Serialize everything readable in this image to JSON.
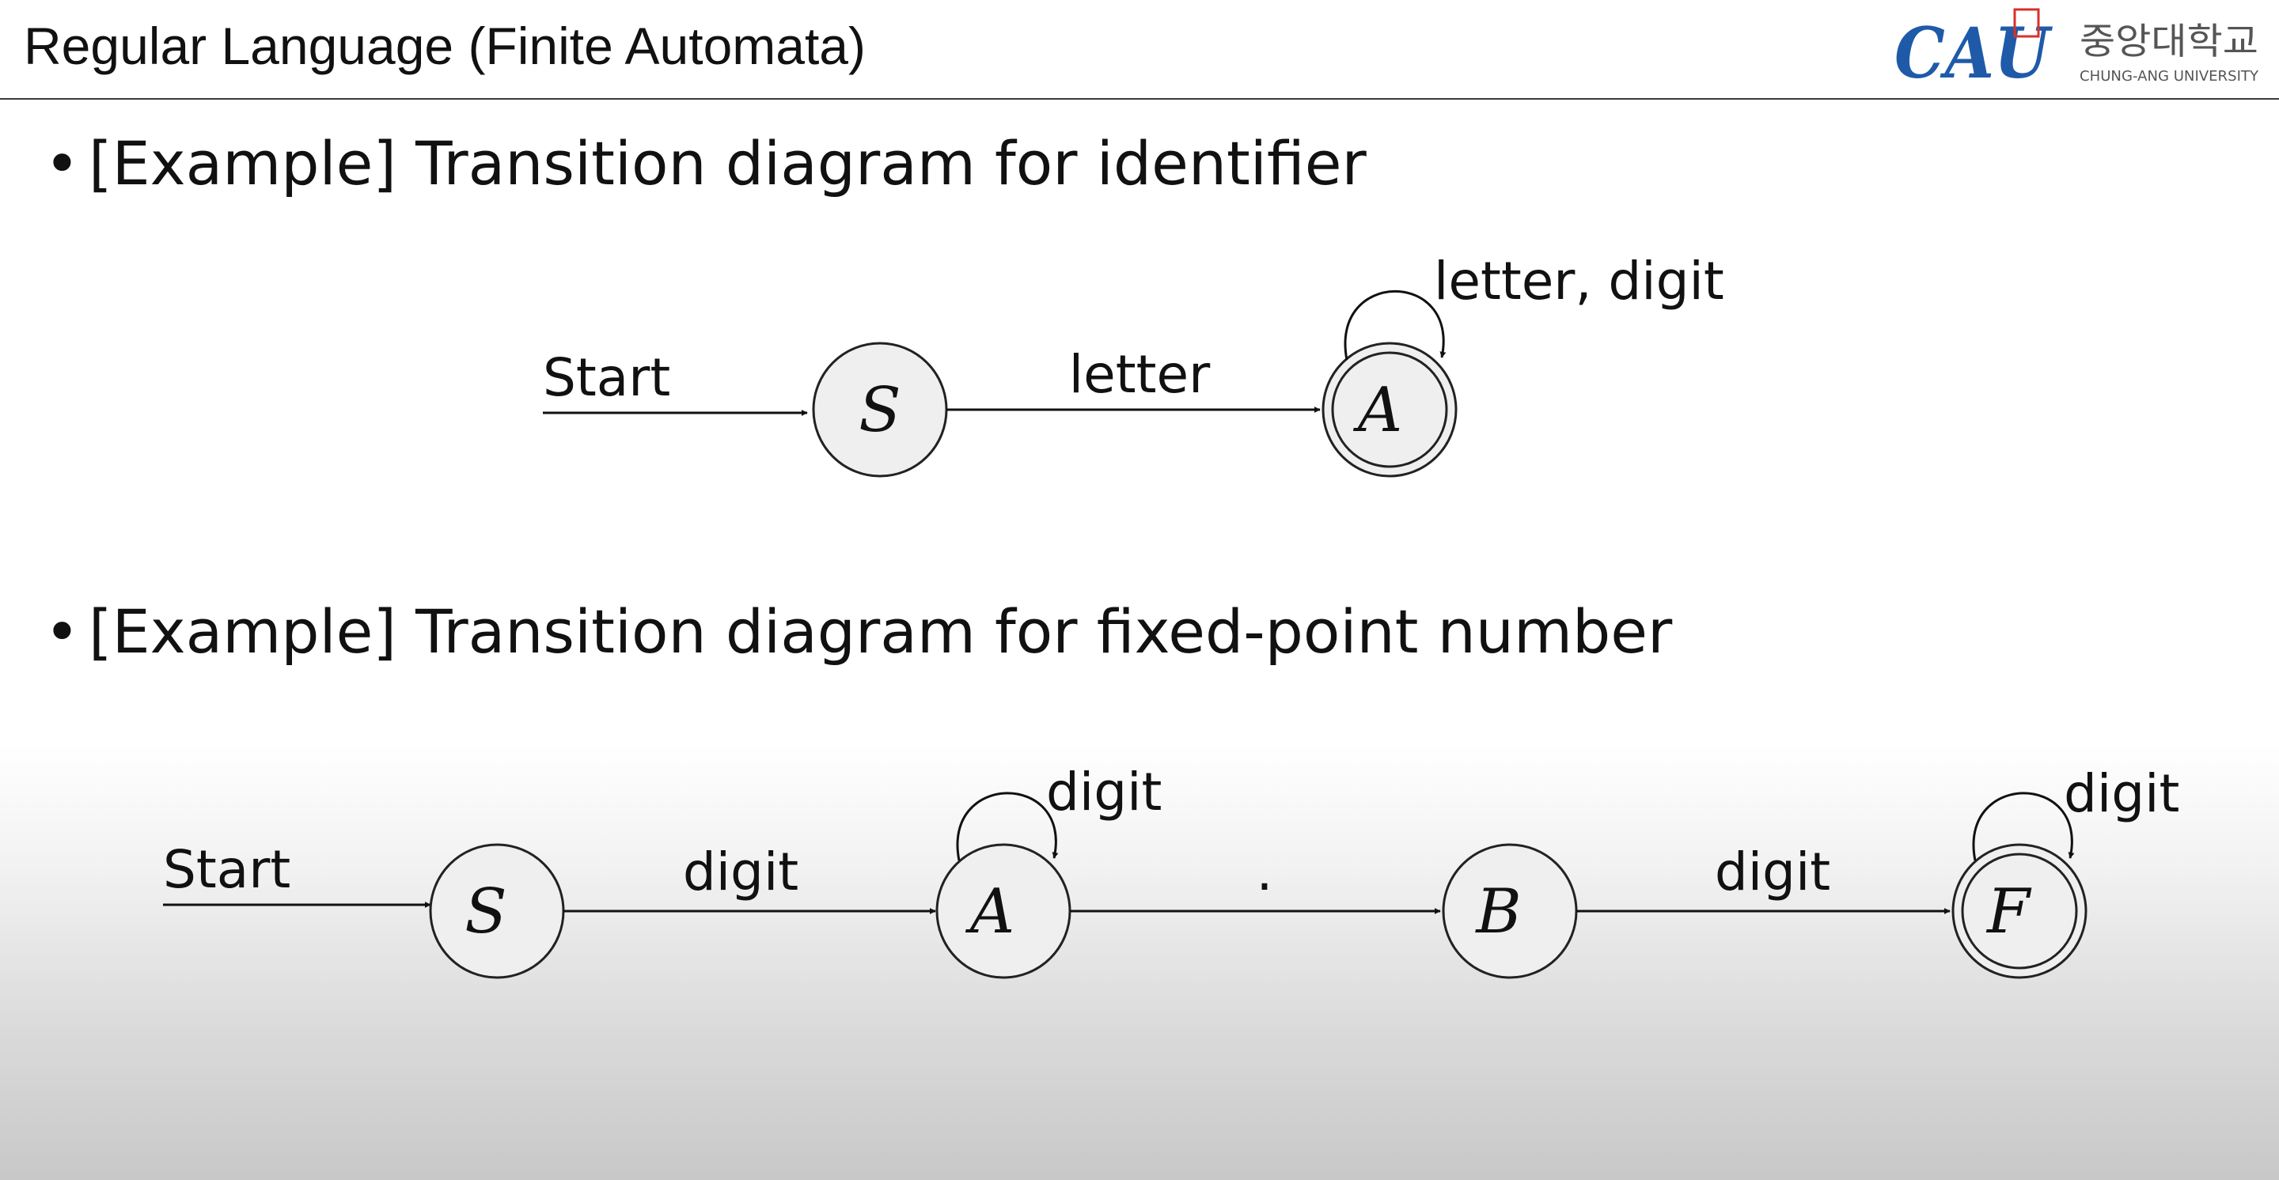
{
  "header": {
    "title": "Regular Language (Finite Automata)",
    "logo_text": "CAU",
    "logo_korean": "중앙대학교",
    "logo_english": "CHUNG-ANG UNIVERSITY",
    "brand_color": "#1f5aa8"
  },
  "section1": {
    "bullet": "[Example] Transition diagram for identifier",
    "start_label": "Start",
    "edge_label": "letter",
    "loop_label": "letter, digit",
    "states": [
      "S",
      "A"
    ],
    "accepting": [
      "A"
    ]
  },
  "section2": {
    "bullet": "[Example] Transition diagram for fixed-point number",
    "start_label": "Start",
    "edge_labels": [
      "digit",
      ".",
      "digit"
    ],
    "loop_label_a": "digit",
    "loop_label_f": "digit",
    "states": [
      "S",
      "A",
      "B",
      "F"
    ],
    "accepting": [
      "F"
    ]
  }
}
